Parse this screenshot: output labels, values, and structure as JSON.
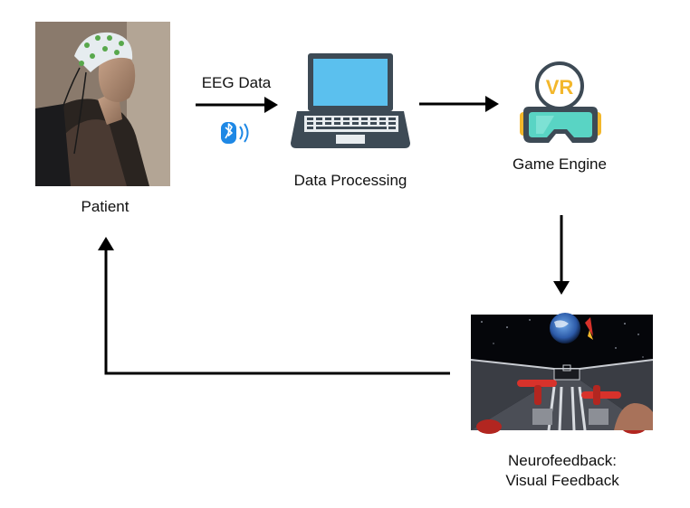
{
  "nodes": {
    "patient": {
      "label": "Patient"
    },
    "processing": {
      "label": "Data Processing"
    },
    "engine": {
      "label": "Game Engine",
      "badge": "VR"
    },
    "feedback": {
      "label_line1": "Neurofeedback:",
      "label_line2": "Visual Feedback"
    }
  },
  "edges": {
    "patient_to_processing": {
      "label": "EEG Data",
      "icon": "bluetooth-icon"
    }
  },
  "colors": {
    "arrow": "#000000",
    "laptop_screen": "#5bc0ee",
    "laptop_body": "#3d4a55",
    "vr_lens": "#59d4c4",
    "vr_accent": "#f3b72b",
    "bluetooth": "#1e88e5"
  }
}
